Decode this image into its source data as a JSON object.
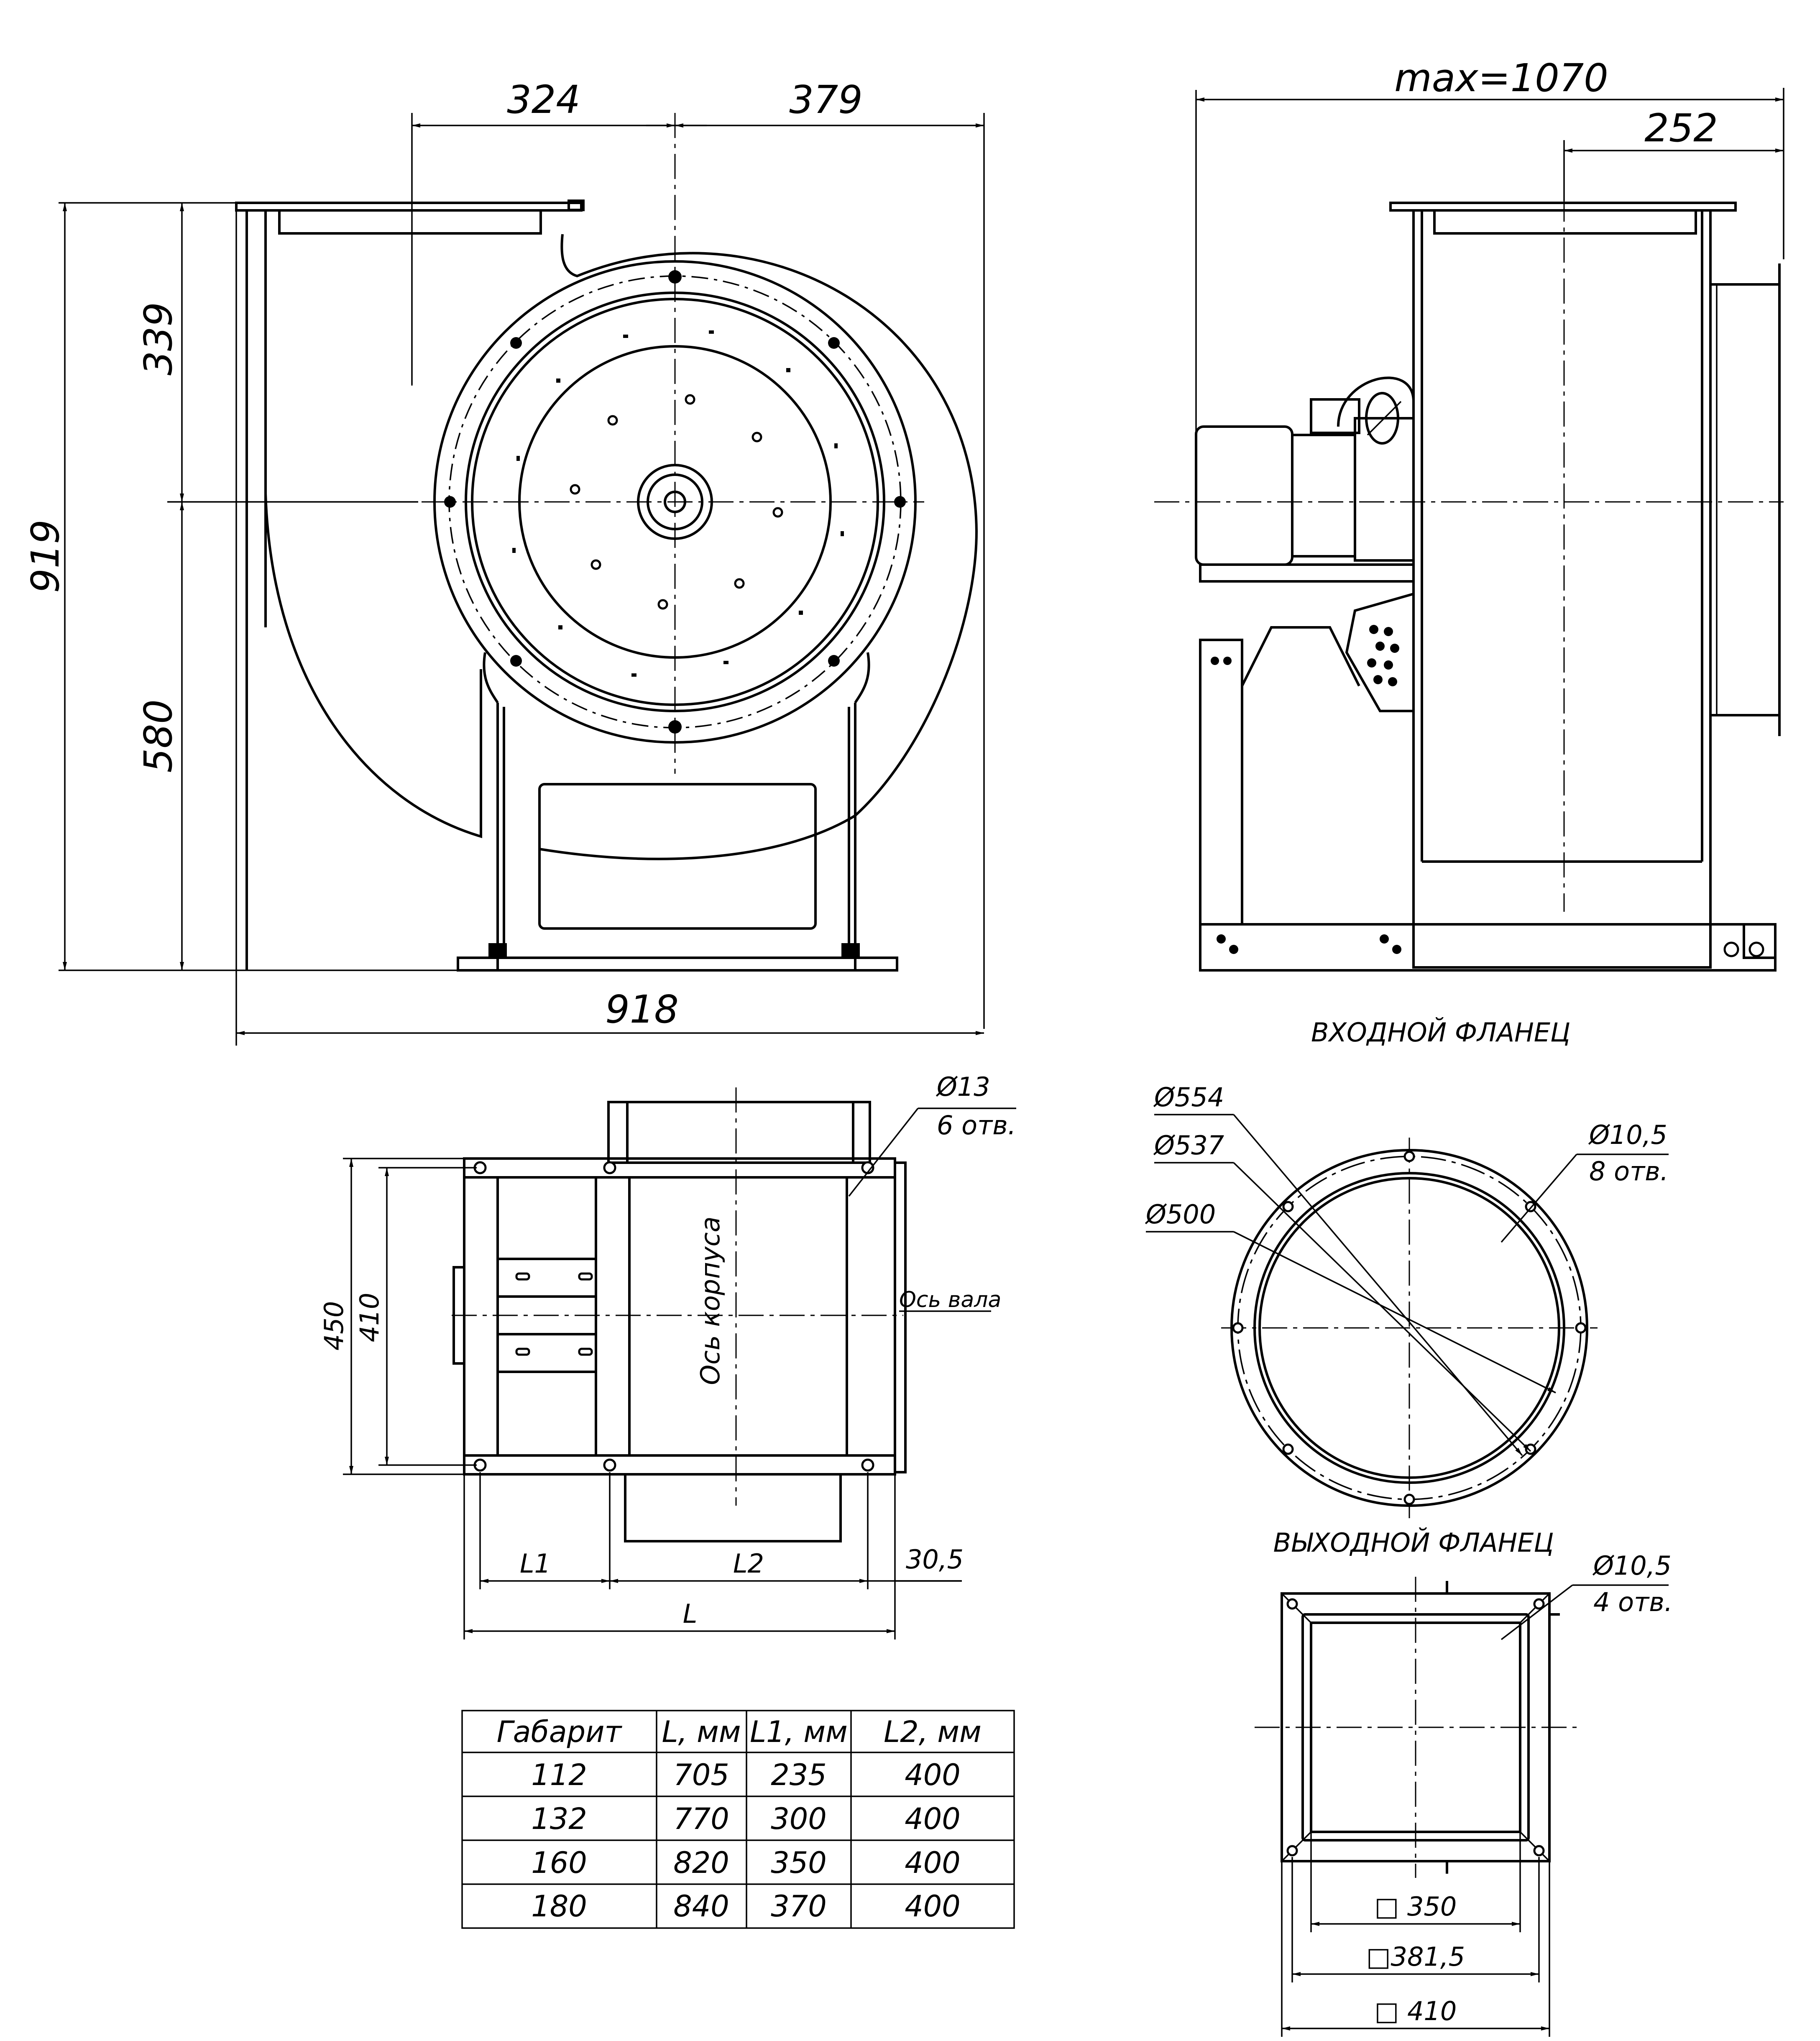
{
  "front_view": {
    "dim_left_top": "324",
    "dim_right_top": "379",
    "dim_height_total": "919",
    "dim_upper": "339",
    "dim_lower": "580",
    "dim_width": "918"
  },
  "side_view": {
    "dim_max": "max=1070",
    "dim_outlet": "252"
  },
  "plan_view": {
    "hole_callout": "Ø13",
    "hole_count": "6 отв.",
    "dim_450": "450",
    "dim_410": "410",
    "housing_axis_label": "Ось корпуса",
    "shaft_axis_label": "Ось вала",
    "dim_L1": "L1",
    "dim_L2": "L2",
    "dim_30_5": "30,5",
    "dim_L": "L"
  },
  "inlet_flange": {
    "title": "ВХОДНОЙ ФЛАНЕЦ",
    "dia_554": "Ø554",
    "dia_537": "Ø537",
    "dia_500": "Ø500",
    "hole_callout": "Ø10,5",
    "hole_count": "8 отв."
  },
  "outlet_flange": {
    "title": "ВЫХОДНОЙ ФЛАНЕЦ",
    "hole_callout": "Ø10,5",
    "hole_count": "4 отв.",
    "dim_350": "□ 350",
    "dim_381_5": "□381,5",
    "dim_410": "□ 410"
  },
  "size_table": {
    "headers": [
      "Габарит",
      "L, мм",
      "L1, мм",
      "L2, мм"
    ],
    "rows": [
      [
        "112",
        "705",
        "235",
        "400"
      ],
      [
        "132",
        "770",
        "300",
        "400"
      ],
      [
        "160",
        "820",
        "350",
        "400"
      ],
      [
        "180",
        "840",
        "370",
        "400"
      ]
    ]
  }
}
